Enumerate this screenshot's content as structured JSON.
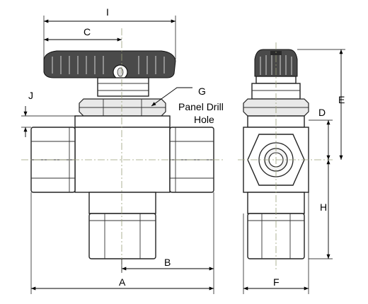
{
  "diagram": {
    "dimensions": {
      "A": "A",
      "B": "B",
      "C": "C",
      "D": "D",
      "E": "E",
      "F": "F",
      "G": "G",
      "H": "H",
      "I": "I",
      "J": "J"
    },
    "callout": {
      "line1": "Panel Drill",
      "line2": "Hole"
    }
  }
}
